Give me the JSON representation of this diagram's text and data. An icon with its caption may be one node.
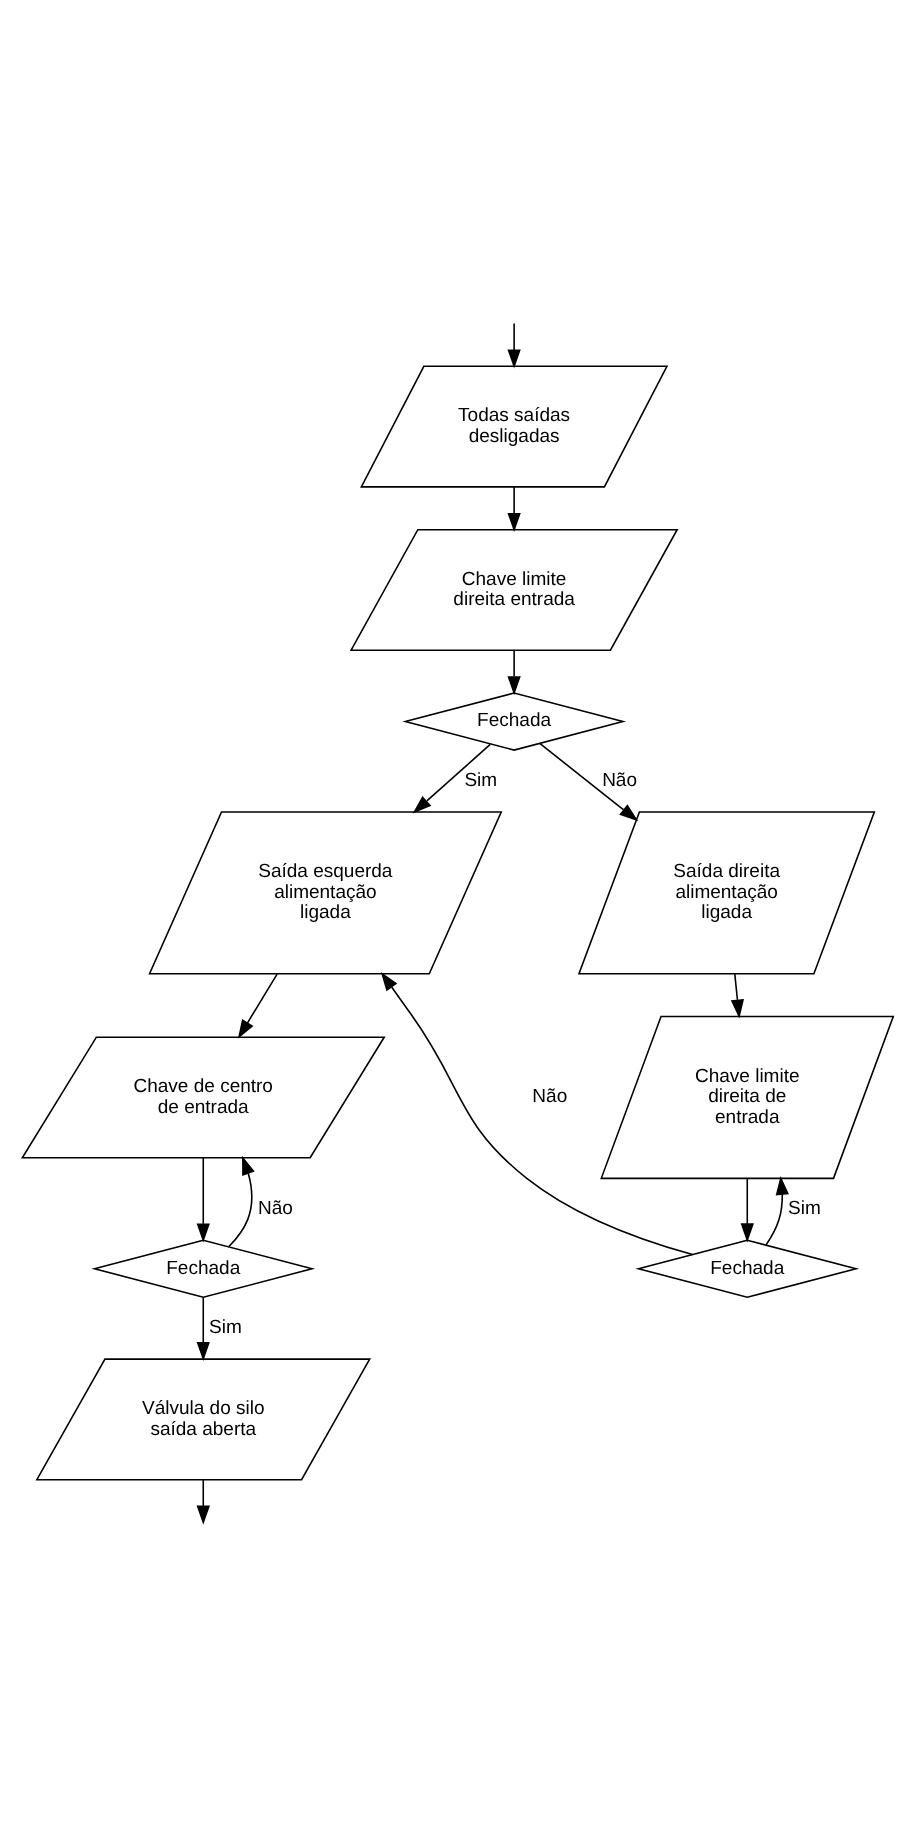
{
  "diagram": {
    "nodes": [
      {
        "text": [
          "Todas saídas desligadas"
        ]
      },
      {
        "text": [
          "Chave limite direita entrada"
        ]
      },
      {
        "text": [
          "Fechada"
        ]
      },
      {
        "text": [
          "Saída esquerda alimentação ligada"
        ]
      },
      {
        "text": [
          "Saída direita alimentação ligada"
        ]
      },
      {
        "text": [
          "Chave limite direita de entrada"
        ]
      },
      {
        "text": [
          "Fechada"
        ]
      },
      {
        "text": [
          "Chave de centro de entrada"
        ]
      },
      {
        "text": [
          "Fechada"
        ]
      },
      {
        "text": [
          "Válvula do silo saída aberta"
        ]
      }
    ],
    "edges": [
      {
        "from": null,
        "to": 0,
        "arrow": "to"
      },
      {
        "from": 0,
        "to": 1,
        "arrow": "to"
      },
      {
        "from": 1,
        "to": 2,
        "arrow": "to"
      },
      {
        "from": 2,
        "to": 3,
        "arrow": "to",
        "label": "Sim"
      },
      {
        "from": 2,
        "to": 4,
        "arrow": "to",
        "label": "Não"
      },
      {
        "from": 4,
        "to": 5,
        "arrow": "to"
      },
      {
        "from": 5,
        "to": 6,
        "arrow": "to"
      },
      {
        "from": 6,
        "to": 5,
        "arrow": "to",
        "label": "Sim"
      },
      {
        "from": 6,
        "to": 3,
        "arrow": "to",
        "label": "Não"
      },
      {
        "from": 3,
        "to": 7,
        "arrow": "to"
      },
      {
        "from": 7,
        "to": 8,
        "arrow": "to"
      },
      {
        "from": 8,
        "to": 7,
        "arrow": "to",
        "label": "Não"
      },
      {
        "from": 8,
        "to": 9,
        "arrow": "to",
        "label": "Sim"
      },
      {
        "from": 9,
        "to": null,
        "arrow": "to"
      }
    ]
  }
}
